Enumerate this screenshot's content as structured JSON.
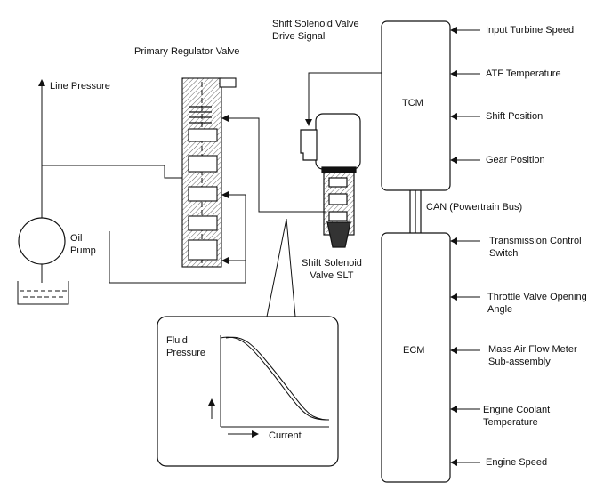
{
  "labels": {
    "shift_signal_line1": "Shift Solenoid Valve",
    "shift_signal_line2": "Drive Signal",
    "primary_regulator": "Primary Regulator Valve",
    "line_pressure": "Line Pressure",
    "oil_pump_line1": "Oil",
    "oil_pump_line2": "Pump",
    "tcm": "TCM",
    "ecm": "ECM",
    "can_bus": "CAN (Powertrain Bus)",
    "slt_line1": "Shift Solenoid",
    "slt_line2": "Valve SLT",
    "fluid_pressure_line1": "Fluid",
    "fluid_pressure_line2": "Pressure",
    "current": "Current"
  },
  "tcm_inputs": [
    "Input Turbine Speed",
    "ATF Temperature",
    "Shift Position",
    "Gear Position"
  ],
  "ecm_inputs": [
    [
      "Transmission Control",
      "Switch"
    ],
    [
      "Throttle Valve Opening",
      "Angle"
    ],
    [
      "Mass Air Flow Meter",
      "Sub-assembly"
    ],
    [
      "Engine Coolant",
      "Temperature"
    ],
    [
      "Engine Speed"
    ]
  ]
}
